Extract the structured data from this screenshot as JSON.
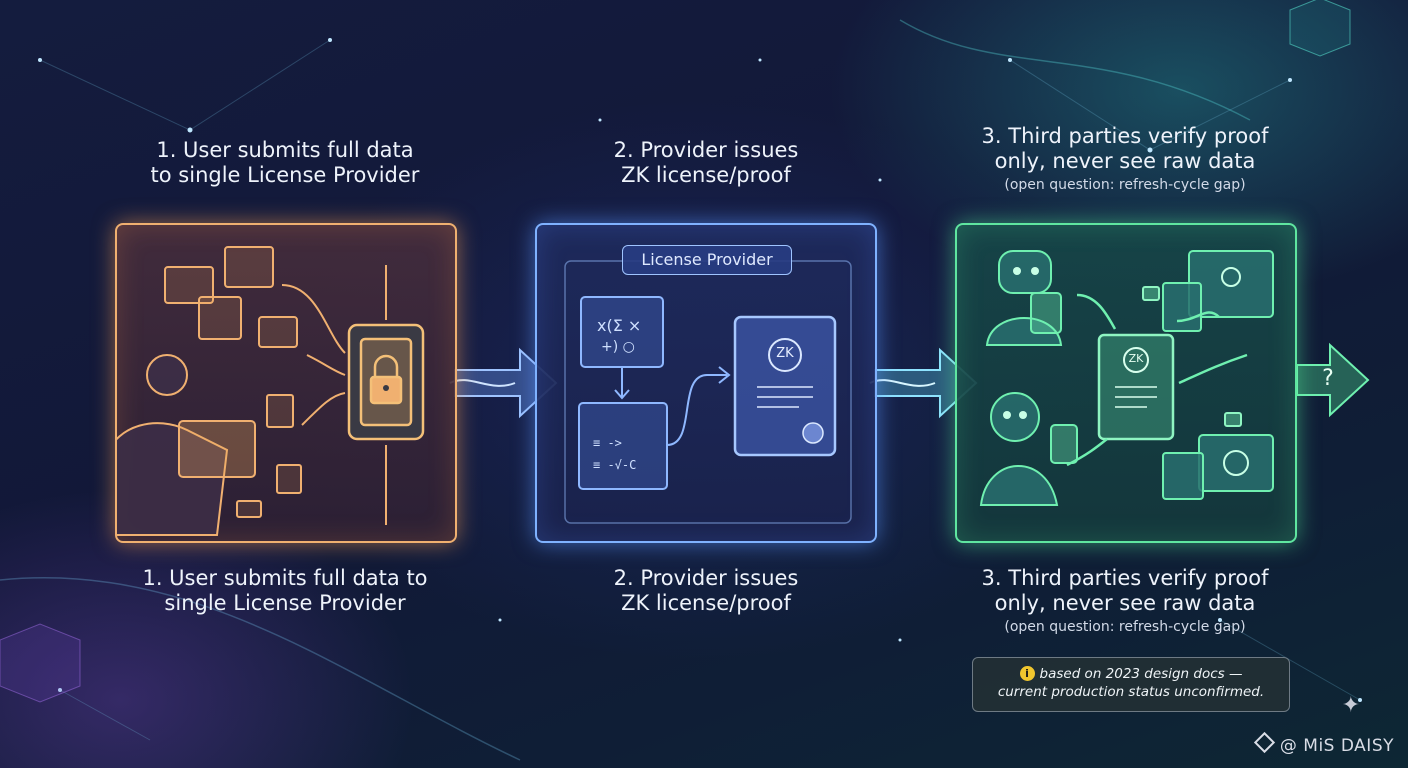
{
  "steps": [
    {
      "top_lines": [
        "1. User submits full data",
        "to single License Provider"
      ],
      "bottom_lines": [
        "1. User submits full data to",
        "single License Provider"
      ]
    },
    {
      "top_lines": [
        "2. Provider issues",
        "ZK license/proof"
      ],
      "bottom_lines": [
        "2. Provider issues",
        "ZK license/proof"
      ],
      "panel_tag": "License Provider",
      "badge": "ZK"
    },
    {
      "top_lines": [
        "3. Third parties verify proof",
        "only, never see raw data"
      ],
      "top_note": "(open question: refresh-cycle gap)",
      "bottom_lines": [
        "3. Third parties verify proof",
        "only, never see raw data"
      ],
      "bottom_note": "(open question: refresh-cycle gap)",
      "badge": "ZK",
      "exit_symbol": "?"
    }
  ],
  "note": {
    "icon": "i",
    "line1": "based on 2023 design docs —",
    "line2": "current production status unconfirmed."
  },
  "watermark": "@ MiS DAISY",
  "colors": {
    "step1": "#f0b070",
    "step2": "#7fb2ff",
    "step3": "#5fe6a0",
    "note_icon": "#f0c62e"
  }
}
